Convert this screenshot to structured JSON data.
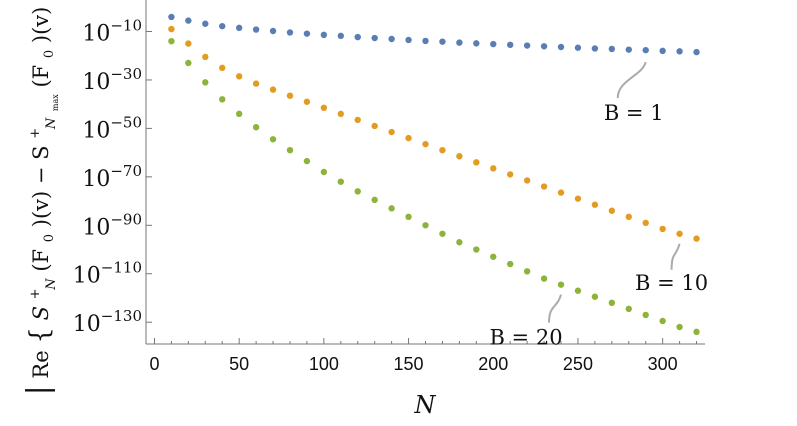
{
  "chart_data": {
    "type": "scatter",
    "xlabel": "N",
    "ylabel_parts": {
      "bar": "|",
      "re": "Re",
      "lbrace": "{",
      "s": "S",
      "plus": "+",
      "n": "N",
      "arg": "(F",
      "zero": "0",
      "arg_end": ")(v) − S",
      "nmax": "N",
      "nmax_sub": "max",
      "arg2": "(F",
      "zero2": "0",
      "arg2_end": ")(v)",
      "rbrace": "}"
    },
    "log_y": true,
    "xlim": [
      -5,
      325
    ],
    "ylim_exp": [
      -139,
      3
    ],
    "x_ticks": [
      0,
      50,
      100,
      150,
      200,
      250,
      300
    ],
    "x_tick_labels": [
      "0",
      "50",
      "100",
      "150",
      "200",
      "250",
      "300"
    ],
    "y_ticks_exp": [
      -10,
      -30,
      -50,
      -70,
      -90,
      -110,
      -130
    ],
    "y_tick_base": "10",
    "y_tick_exps": [
      "−10",
      "−30",
      "−50",
      "−70",
      "−90",
      "−110",
      "−130"
    ],
    "x": [
      10,
      20,
      30,
      40,
      50,
      60,
      70,
      80,
      90,
      100,
      110,
      120,
      130,
      140,
      150,
      160,
      170,
      180,
      190,
      200,
      210,
      220,
      230,
      240,
      250,
      260,
      270,
      280,
      290,
      300,
      310,
      320
    ],
    "series": [
      {
        "color": "#5b7db3",
        "log10_values": [
          -4.0,
          -5.5,
          -6.8,
          -7.8,
          -8.5,
          -9.2,
          -9.8,
          -10.4,
          -10.9,
          -11.4,
          -11.8,
          -12.3,
          -12.7,
          -13.1,
          -13.5,
          -13.9,
          -14.2,
          -14.6,
          -14.9,
          -15.2,
          -15.5,
          -15.8,
          -16.1,
          -16.4,
          -16.7,
          -17.0,
          -17.2,
          -17.5,
          -17.7,
          -18.0,
          -18.2,
          -18.5
        ]
      },
      {
        "color": "#e39c22",
        "log10_values": [
          -9.0,
          -15.0,
          -20.5,
          -25.0,
          -28.5,
          -31.5,
          -34.0,
          -36.5,
          -39.0,
          -41.5,
          -44.0,
          -46.5,
          -49.0,
          -51.5,
          -54.0,
          -56.5,
          -59.0,
          -61.5,
          -64.0,
          -66.5,
          -69.0,
          -71.5,
          -74.0,
          -76.5,
          -79.0,
          -81.5,
          -84.0,
          -86.5,
          -89.0,
          -91.5,
          -93.5,
          -95.5
        ]
      },
      {
        "color": "#8cb43a",
        "log10_values": [
          -14.0,
          -23.0,
          -31.0,
          -38.0,
          -44.0,
          -49.5,
          -54.5,
          -59.0,
          -63.5,
          -68.0,
          -72.0,
          -76.0,
          -79.5,
          -83.0,
          -86.5,
          -90.0,
          -93.5,
          -97.0,
          -100.0,
          -103.0,
          -106.0,
          -109.0,
          -112.0,
          -114.5,
          -117.0,
          -119.5,
          -122.0,
          -124.5,
          -127.0,
          -129.5,
          -132.0,
          -134.0
        ]
      }
    ],
    "annotations": [
      {
        "text": "B = 1",
        "series": 0,
        "x": 290
      },
      {
        "text": "B = 10",
        "series": 1,
        "x": 310
      },
      {
        "text": "B = 20",
        "series": 2,
        "x": 240
      }
    ]
  }
}
